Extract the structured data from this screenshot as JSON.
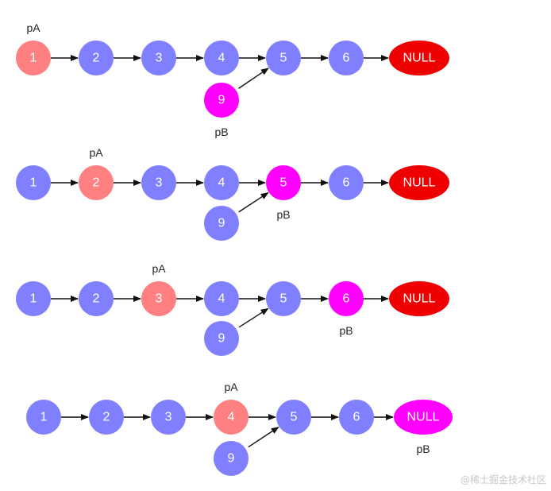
{
  "colors": {
    "node": "#8080ff",
    "pa_node": "#ff8080",
    "pb_node": "#ff00ff",
    "null_node": "#ee0000",
    "arrow": "#111111",
    "pointer_text": "#222222"
  },
  "null_label": "NULL",
  "pointer_a": "pA",
  "pointer_b": "pB",
  "list_a": [
    "1",
    "2",
    "3",
    "4",
    "5",
    "6"
  ],
  "list_b_head": "9",
  "watermark": "@稀土掘金技术社区",
  "steps": [
    {
      "pa_at": "1",
      "pb_at": "9"
    },
    {
      "pa_at": "2",
      "pb_at": "5"
    },
    {
      "pa_at": "3",
      "pb_at": "6"
    },
    {
      "pa_at": "4",
      "pb_at": "NULL"
    }
  ]
}
